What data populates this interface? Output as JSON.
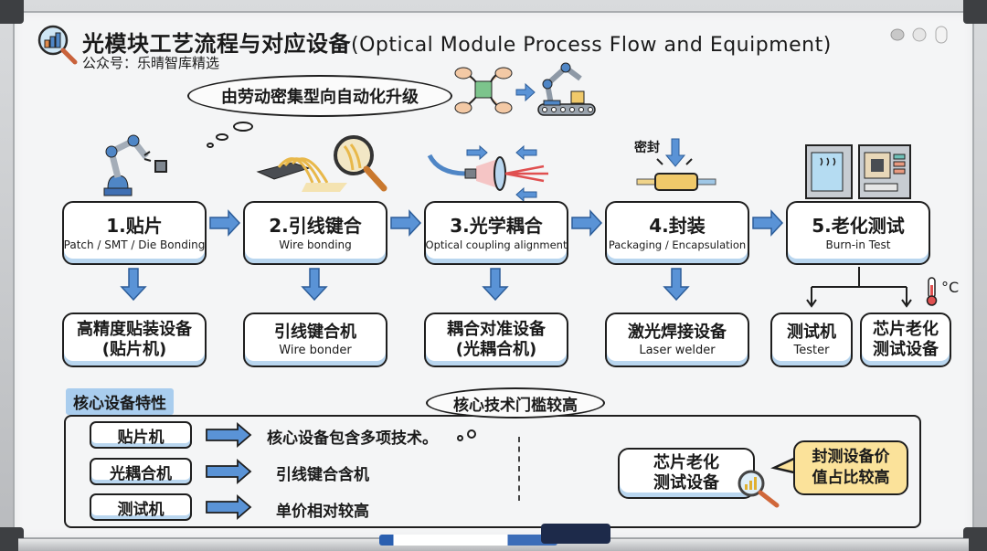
{
  "header": {
    "title_cn": "光模块工艺流程与对应设备",
    "title_en": "(Optical Module Process Flow and Equipment)",
    "subtitle": "公众号：乐晴智库精选"
  },
  "top_cloud": {
    "text": "由劳动密集型向自动化升级"
  },
  "process_steps": [
    {
      "cn": "1.贴片",
      "en": "Patch / SMT / Die Bonding",
      "icon": "robot-arm-chip-icon"
    },
    {
      "cn": "2.引线键合",
      "en": "Wire bonding",
      "icon": "wire-bond-magnifier-icon"
    },
    {
      "cn": "3.光学耦合",
      "en": "Optical coupling alignment",
      "icon": "fiber-lens-laser-icon"
    },
    {
      "cn": "4.封装",
      "en": "Packaging / Encapsulation",
      "icon": "sealed-package-icon",
      "label": "密封"
    },
    {
      "cn": "5.老化测试",
      "en": "Burn-in Test",
      "icon": "burn-in-chamber-icon"
    }
  ],
  "equipment": [
    {
      "cn1": "高精度贴装设备",
      "cn2": "(贴片机)"
    },
    {
      "cn1": "引线键合机",
      "en": "Wire bonder"
    },
    {
      "cn1": "耦合对准设备",
      "cn2": "(光耦合机)"
    },
    {
      "cn1": "激光焊接设备",
      "en": "Laser welder"
    },
    {
      "cn1": "测试机",
      "en": "Tester"
    },
    {
      "cn1": "芯片老化",
      "cn2": "测试设备"
    }
  ],
  "thermometer_label": "°C",
  "core_section": {
    "label": "核心设备特性",
    "cloud": "核心技术门槛较高",
    "rows": [
      {
        "tag": "贴片机",
        "desc": "核心设备包含多项技术。"
      },
      {
        "tag": "光耦合机",
        "desc": "引线键合含机"
      },
      {
        "tag": "测试机",
        "desc": "单价相对较高"
      }
    ],
    "highlight_box": {
      "line1": "芯片老化",
      "line2": "测试设备"
    },
    "callout": {
      "line1": "封测设备价",
      "line2": "值占比较高"
    }
  },
  "colors": {
    "arrow_blue": "#5a93d6",
    "box_shadow_blue": "#b9d6ef",
    "callout_yellow": "#fbe29a",
    "label_blue": "#a9cdee"
  }
}
